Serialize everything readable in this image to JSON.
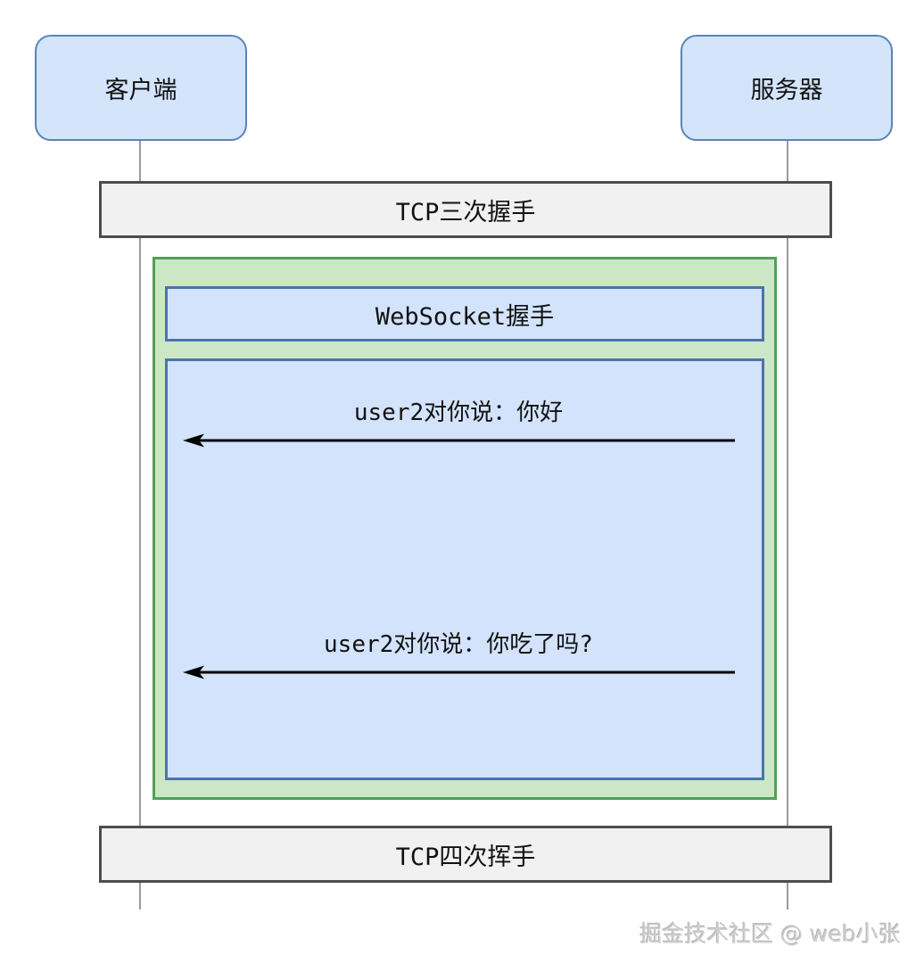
{
  "diagram": {
    "type": "sequence-diagram",
    "actors": [
      {
        "id": "client",
        "label": "客户端"
      },
      {
        "id": "server",
        "label": "服务器"
      }
    ],
    "phases": [
      {
        "id": "tcp-open",
        "label": "TCP三次握手"
      },
      {
        "id": "tcp-close",
        "label": "TCP四次挥手"
      }
    ],
    "websocket_session": {
      "handshake_label": "WebSocket握手",
      "messages": [
        {
          "text": "user2对你说：你好",
          "direction": "server-to-client"
        },
        {
          "text": "user2对你说：你吃了吗?",
          "direction": "server-to-client"
        }
      ]
    },
    "watermark": "掘金技术社区 @ web小张"
  },
  "colors": {
    "actor_fill": "#d3e4fb",
    "actor_stroke": "#5c83b8",
    "band_fill": "#f1f1f1",
    "band_stroke": "#4d4d4d",
    "session_fill": "#cbe7c6",
    "session_stroke": "#53a053",
    "inner_box_fill": "#d2e3fb",
    "inner_box_stroke": "#4a74ab",
    "lifeline": "#9b9b9b",
    "arrow": "#000000",
    "watermark_text": "#cfcfcf"
  }
}
